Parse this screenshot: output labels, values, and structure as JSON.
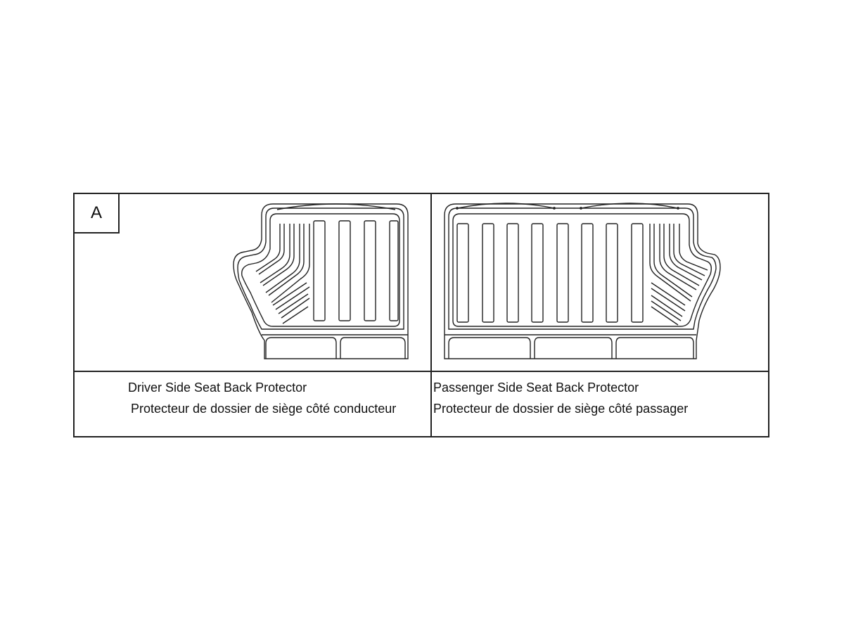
{
  "figure": {
    "label": "A",
    "items": [
      {
        "name": "driver-side",
        "title_en": "Driver Side Seat Back Protector",
        "title_fr": "Protecteur de dossier de siège côté conducteur"
      },
      {
        "name": "passenger-side",
        "title_en": "Passenger Side Seat Back Protector",
        "title_fr": "Protecteur de dossier de siège côté passager"
      }
    ]
  }
}
